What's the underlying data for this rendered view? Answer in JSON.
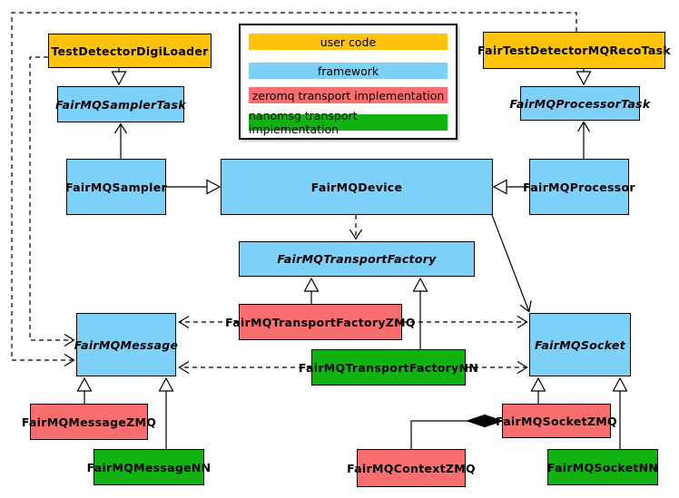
{
  "colors": {
    "user_code": "#FFC30B",
    "framework": "#7DD0F7",
    "zeromq": "#F96F6F",
    "nanomsg": "#12B212",
    "line": "#000000",
    "background": "#FFFFFF"
  },
  "legend": {
    "items": [
      {
        "label": "user code",
        "color": "#FFC30B"
      },
      {
        "label": "framework",
        "color": "#7DD0F7"
      },
      {
        "label": "zeromq transport implementation",
        "color": "#F96F6F"
      },
      {
        "label": "nanomsg transport implementation",
        "color": "#12B212"
      }
    ]
  },
  "nodes": {
    "testDetectorDigiLoader": {
      "label": "TestDetectorDigiLoader"
    },
    "fairTestDetectorMQRecoTask": {
      "label": "FairTestDetectorMQRecoTask"
    },
    "fairMQSamplerTask": {
      "label": "FairMQSamplerTask"
    },
    "fairMQProcessorTask": {
      "label": "FairMQProcessorTask"
    },
    "fairMQSampler": {
      "label": "FairMQSampler"
    },
    "fairMQDevice": {
      "label": "FairMQDevice"
    },
    "fairMQProcessor": {
      "label": "FairMQProcessor"
    },
    "fairMQTransportFactory": {
      "label": "FairMQTransportFactory"
    },
    "fairMQTransportFactoryZMQ": {
      "label": "FairMQTransportFactoryZMQ"
    },
    "fairMQTransportFactoryNN": {
      "label": "FairMQTransportFactoryNN"
    },
    "fairMQMessage": {
      "label": "FairMQMessage"
    },
    "fairMQSocket": {
      "label": "FairMQSocket"
    },
    "fairMQMessageZMQ": {
      "label": "FairMQMessageZMQ"
    },
    "fairMQMessageNN": {
      "label": "FairMQMessageNN"
    },
    "fairMQSocketZMQ": {
      "label": "FairMQSocketZMQ"
    },
    "fairMQSocketNN": {
      "label": "FairMQSocketNN"
    },
    "fairMQContextZMQ": {
      "label": "FairMQContextZMQ"
    }
  },
  "edges": [
    {
      "from": "TestDetectorDigiLoader",
      "to": "FairMQSamplerTask",
      "type": "inheritance"
    },
    {
      "from": "FairTestDetectorMQRecoTask",
      "to": "FairMQProcessorTask",
      "type": "inheritance"
    },
    {
      "from": "FairMQSampler",
      "to": "FairMQSamplerTask",
      "type": "association"
    },
    {
      "from": "FairMQProcessor",
      "to": "FairMQProcessorTask",
      "type": "association"
    },
    {
      "from": "FairMQSampler",
      "to": "FairMQDevice",
      "type": "inheritance"
    },
    {
      "from": "FairMQProcessor",
      "to": "FairMQDevice",
      "type": "inheritance"
    },
    {
      "from": "FairMQDevice",
      "to": "FairMQTransportFactory",
      "type": "dependency"
    },
    {
      "from": "FairMQDevice",
      "to": "FairMQSocket",
      "type": "association"
    },
    {
      "from": "FairMQTransportFactoryZMQ",
      "to": "FairMQTransportFactory",
      "type": "inheritance"
    },
    {
      "from": "FairMQTransportFactoryNN",
      "to": "FairMQTransportFactory",
      "type": "inheritance"
    },
    {
      "from": "FairMQTransportFactoryZMQ",
      "to": "FairMQMessage",
      "type": "dependency"
    },
    {
      "from": "FairMQTransportFactoryZMQ",
      "to": "FairMQSocket",
      "type": "dependency"
    },
    {
      "from": "FairMQTransportFactoryNN",
      "to": "FairMQMessage",
      "type": "dependency"
    },
    {
      "from": "FairMQTransportFactoryNN",
      "to": "FairMQSocket",
      "type": "dependency"
    },
    {
      "from": "TestDetectorDigiLoader",
      "to": "FairMQMessage",
      "type": "dependency"
    },
    {
      "from": "FairTestDetectorMQRecoTask",
      "to": "FairMQMessage",
      "type": "dependency"
    },
    {
      "from": "FairMQMessageZMQ",
      "to": "FairMQMessage",
      "type": "inheritance"
    },
    {
      "from": "FairMQMessageNN",
      "to": "FairMQMessage",
      "type": "inheritance"
    },
    {
      "from": "FairMQSocketZMQ",
      "to": "FairMQSocket",
      "type": "inheritance"
    },
    {
      "from": "FairMQSocketNN",
      "to": "FairMQSocket",
      "type": "inheritance"
    },
    {
      "from": "FairMQContextZMQ",
      "to": "FairMQSocketZMQ",
      "type": "composition"
    }
  ]
}
